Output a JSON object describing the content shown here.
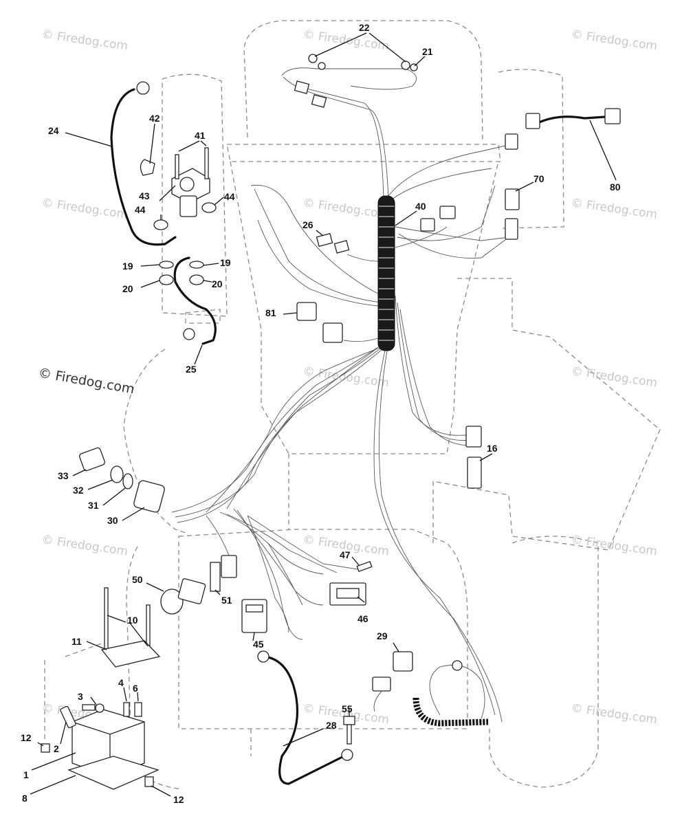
{
  "watermark_small": "© Firedog.com",
  "watermark_main": "© Firedog.com",
  "callouts": [
    {
      "id": "1",
      "label": "1"
    },
    {
      "id": "2",
      "label": "2"
    },
    {
      "id": "3",
      "label": "3"
    },
    {
      "id": "4",
      "label": "4"
    },
    {
      "id": "6",
      "label": "6"
    },
    {
      "id": "8",
      "label": "8"
    },
    {
      "id": "10",
      "label": "10"
    },
    {
      "id": "11",
      "label": "11"
    },
    {
      "id": "12a",
      "label": "12"
    },
    {
      "id": "12b",
      "label": "12"
    },
    {
      "id": "16",
      "label": "16"
    },
    {
      "id": "19a",
      "label": "19"
    },
    {
      "id": "19b",
      "label": "19"
    },
    {
      "id": "20a",
      "label": "20"
    },
    {
      "id": "20b",
      "label": "20"
    },
    {
      "id": "21",
      "label": "21"
    },
    {
      "id": "22",
      "label": "22"
    },
    {
      "id": "24",
      "label": "24"
    },
    {
      "id": "25",
      "label": "25"
    },
    {
      "id": "26",
      "label": "26"
    },
    {
      "id": "28",
      "label": "28"
    },
    {
      "id": "29",
      "label": "29"
    },
    {
      "id": "30",
      "label": "30"
    },
    {
      "id": "31",
      "label": "31"
    },
    {
      "id": "32",
      "label": "32"
    },
    {
      "id": "33",
      "label": "33"
    },
    {
      "id": "40",
      "label": "40"
    },
    {
      "id": "41",
      "label": "41"
    },
    {
      "id": "42",
      "label": "42"
    },
    {
      "id": "43",
      "label": "43"
    },
    {
      "id": "44a",
      "label": "44"
    },
    {
      "id": "44b",
      "label": "44"
    },
    {
      "id": "45",
      "label": "45"
    },
    {
      "id": "46",
      "label": "46"
    },
    {
      "id": "47",
      "label": "47"
    },
    {
      "id": "50",
      "label": "50"
    },
    {
      "id": "51",
      "label": "51"
    },
    {
      "id": "55",
      "label": "55"
    },
    {
      "id": "70",
      "label": "70"
    },
    {
      "id": "80",
      "label": "80"
    },
    {
      "id": "81",
      "label": "81"
    }
  ]
}
